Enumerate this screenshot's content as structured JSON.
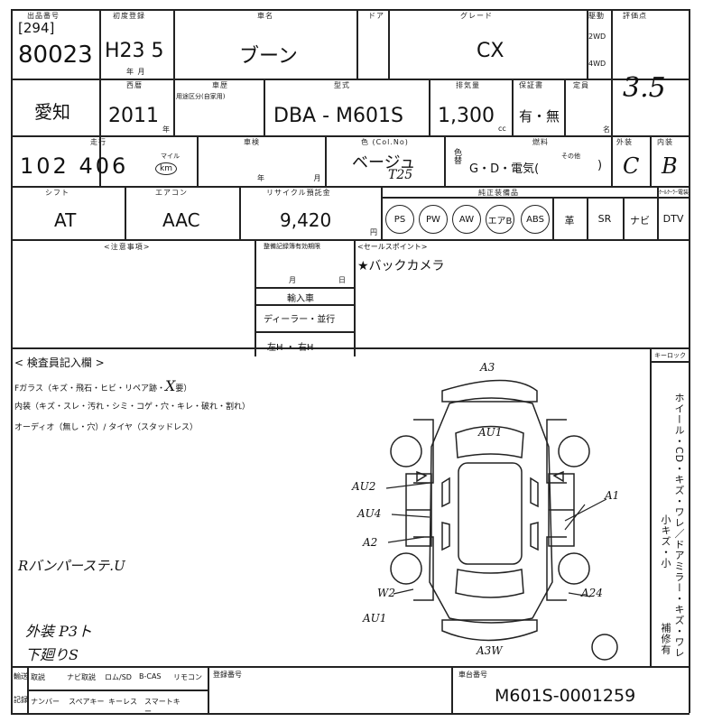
{
  "header": {
    "venue_label": "出品番号",
    "lot_bracket": "[294]",
    "lot_number": "80023",
    "first_reg_label": "初度登録",
    "first_reg": "H23 5",
    "year_month_suffix": "年 月",
    "car_name_label": "車名",
    "car_name": "ブーン",
    "door_label": "ドア",
    "grade_label": "グレード",
    "grade": "CX",
    "drive_label": "駆動",
    "drive_2wd": "2WD",
    "drive_4wd": "4WD",
    "score_label": "評価点",
    "score": "3.5"
  },
  "row2": {
    "region": "愛知",
    "year_label": "西暦",
    "year": "2011",
    "year_suffix": "年",
    "history_label": "車歴",
    "history_sub": "用途区分(自家用)",
    "model_label": "型式",
    "model": "DBA - M601S",
    "displacement_label": "排気量",
    "displacement": "1,300",
    "cc": "cc",
    "warranty_label": "保証書",
    "warranty": "有・無",
    "capacity_label": "定員",
    "capacity_suffix": "名"
  },
  "row3": {
    "mileage_label": "走行",
    "mileage": "102 406",
    "mileage_unit": "km",
    "mileage_sub": "マイル",
    "inspection_label": "車検",
    "year_month": "年 月",
    "color_label": "色 (Col.No)",
    "color": "ベージュ",
    "color_code": "T25",
    "color_change": "色替",
    "fuel_label": "燃料",
    "fuel": "G・D・電気(",
    "fuel_other": "その他",
    "fuel_close": ")",
    "exterior_label": "外装",
    "exterior": "C",
    "interior_label": "内装",
    "interior": "B"
  },
  "row4": {
    "shift_label": "シフト",
    "shift": "AT",
    "ac_label": "エアコン",
    "ac": "AAC",
    "recycle_label": "リサイクル預託金",
    "recycle": "9,420",
    "yen": "円",
    "equipment_label": "純正装備品",
    "cooler_label": "ｸｰﾙｸｰﾗｰ電装",
    "equipment": [
      "PS",
      "PW",
      "AW",
      "エアB",
      "ABS",
      "革",
      "SR",
      "ナビ",
      "DTV"
    ]
  },
  "notes": {
    "caution_label": "<注意事項>",
    "maintenance_label": "整備記録簿有効期限",
    "month_label": "月",
    "day_label": "日",
    "import_label": "輸入車",
    "dealer": "ディーラー・並行",
    "steering": "左H ・ 右H",
    "sales_label": "<セールスポイント>",
    "sales_point": "★バックカメラ"
  },
  "inspection": {
    "title": "< 検査員記入欄 >",
    "glass": "Fガラス（キズ・飛石・ヒビ・リペア跡・",
    "glass_mark": "X",
    "glass_end": "要）",
    "interior": "内装（キズ・スレ・汚れ・シミ・コゲ・穴・キレ・破れ・割れ）",
    "audio": "オーディオ（無し・穴）/ タイヤ（スタッドレス）",
    "key_label": "キーロック",
    "side_text": "ホイール・CD・キズ・ワレ／ドアミラー・キズ・ワレ",
    "small_scratch": "小キズ・小",
    "repair": "補修有"
  },
  "handwritten": {
    "bumper": "Rバンパーステ.U",
    "exterior_pts": "外装 P3ト",
    "under": "下廻りS",
    "marks": [
      "A3",
      "AU1",
      "AU2",
      "AU4",
      "A2",
      "A1",
      "W2",
      "AU1",
      "A24",
      "A3W"
    ]
  },
  "footer": {
    "trans_label": "輸送",
    "rec_label": "記録",
    "items_top": [
      "取説",
      "ナビ取説",
      "ロム/SD",
      "B-CAS",
      "リモコン"
    ],
    "items_bottom": [
      "ナンバー",
      "スペアキー",
      "キーレス",
      "スマートキー"
    ],
    "reg_no_label": "登録番号",
    "chassis_label": "車台番号",
    "chassis": "M601S-0001259"
  }
}
